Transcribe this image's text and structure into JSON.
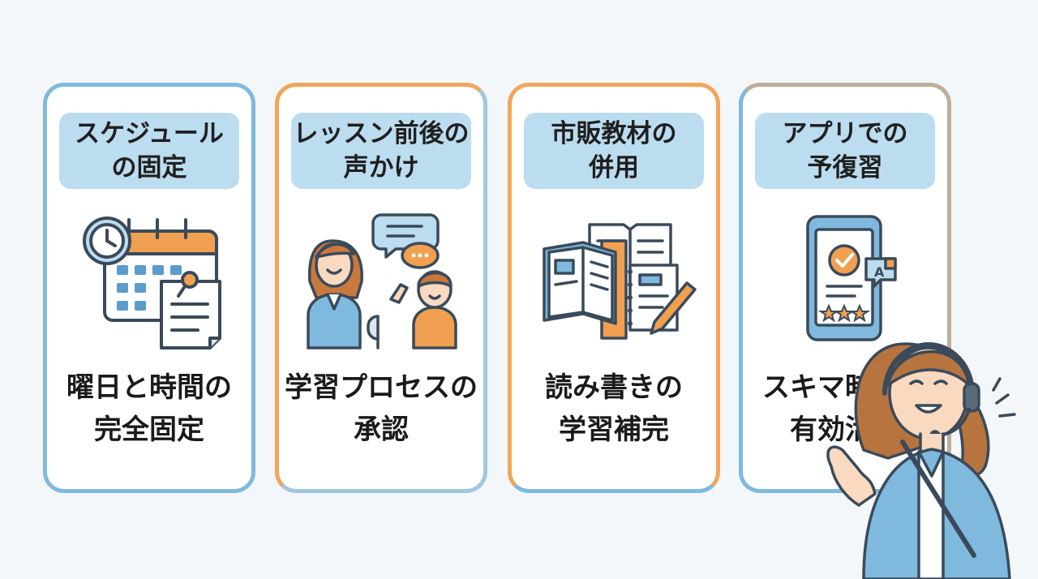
{
  "cards": [
    {
      "title": [
        "スケジュール",
        "の固定"
      ],
      "description": [
        "曜日と時間の",
        "完全固定"
      ],
      "icon": "calendar-clock-icon"
    },
    {
      "title": [
        "レッスン前後の",
        "声かけ"
      ],
      "description": [
        "学習プロセスの",
        "承認"
      ],
      "icon": "parent-child-talk-icon"
    },
    {
      "title": [
        "市販教材の",
        "併用"
      ],
      "description": [
        "読み書きの",
        "学習補完"
      ],
      "icon": "books-pencil-icon"
    },
    {
      "title": [
        "アプリでの",
        "予復習"
      ],
      "description": [
        "スキマ時間の",
        "有効活用"
      ],
      "icon": "smartphone-app-icon"
    }
  ],
  "colors": {
    "background": "#f3f7fa",
    "card_border_blue": "#7fb9de",
    "card_border_orange": "#f2a65a",
    "label_bg": "#bcdcef",
    "accent_orange": "#f0a050"
  },
  "decor": {
    "guide_icon": "teacher-headset-icon"
  }
}
